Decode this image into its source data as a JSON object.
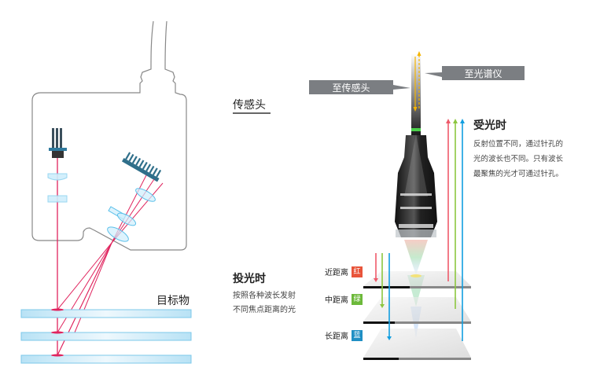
{
  "left_diagram": {
    "sensor_head_label": "传感头",
    "target_label": "目标物",
    "emission": {
      "title": "投光时",
      "description_lines": [
        "按照各种波长发射",
        "不同焦点距离的光"
      ]
    }
  },
  "right_diagram": {
    "callouts": {
      "to_sensor_head": "至传感头",
      "to_spectrometer": "至光谱仪"
    },
    "reception": {
      "title": "受光时",
      "description_lines": [
        "反射位置不同，通过针孔的",
        "光的波长也不同。只有波长",
        "最聚焦的光才可通过针孔。"
      ]
    },
    "distances": [
      {
        "label": "近距离",
        "color_name": "红",
        "color": "#e8543a"
      },
      {
        "label": "中距离",
        "color_name": "绿",
        "color": "#6cb93a"
      },
      {
        "label": "长距离",
        "color_name": "蓝",
        "color": "#1f8fc4"
      }
    ]
  },
  "colors": {
    "laser_red": "#e0245e",
    "lens_blue": "#8fd3f0",
    "outline_gray": "#888888",
    "callout_gray": "#7b7e82",
    "arrow_red": "#ee5a6a",
    "arrow_green": "#8cc63f",
    "arrow_blue": "#119ee0",
    "fiber_yellow": "#f5b400"
  }
}
